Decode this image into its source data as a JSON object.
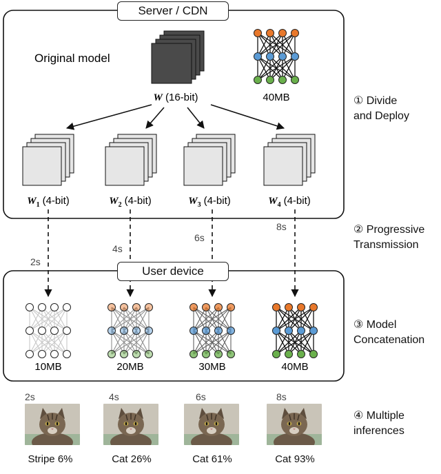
{
  "server": {
    "title": "Server / CDN",
    "original_model_label": "Original model",
    "w_symbol": "W",
    "w_bits": "(16-bit)",
    "model_size": "40MB",
    "parts": [
      {
        "symbol": "W",
        "sub": "1",
        "bits": "(4-bit)"
      },
      {
        "symbol": "W",
        "sub": "2",
        "bits": "(4-bit)"
      },
      {
        "symbol": "W",
        "sub": "3",
        "bits": "(4-bit)"
      },
      {
        "symbol": "W",
        "sub": "4",
        "bits": "(4-bit)"
      }
    ]
  },
  "transmission_times": [
    "2s",
    "4s",
    "6s",
    "8s"
  ],
  "device": {
    "title": "User device",
    "model_sizes": [
      "10MB",
      "20MB",
      "30MB",
      "40MB"
    ]
  },
  "inference": {
    "times": [
      "2s",
      "4s",
      "6s",
      "8s"
    ],
    "results": [
      "Stripe 6%",
      "Cat 26%",
      "Cat 61%",
      "Cat 93%"
    ]
  },
  "steps": [
    {
      "line1": "① Divide",
      "line2": "and Deploy"
    },
    {
      "line1": "② Progressive",
      "line2": "Transmission"
    },
    {
      "line1": "③ Model",
      "line2": "Concatenation"
    },
    {
      "line1": "④ Multiple",
      "line2": "inferences"
    }
  ],
  "colors": {
    "top_layer": "#e8782b",
    "mid_layer": "#5b9bd5",
    "bottom_layer": "#6ab04c",
    "dark_weight": "#4a4a4a",
    "light_weight": "#e6e6e6"
  }
}
